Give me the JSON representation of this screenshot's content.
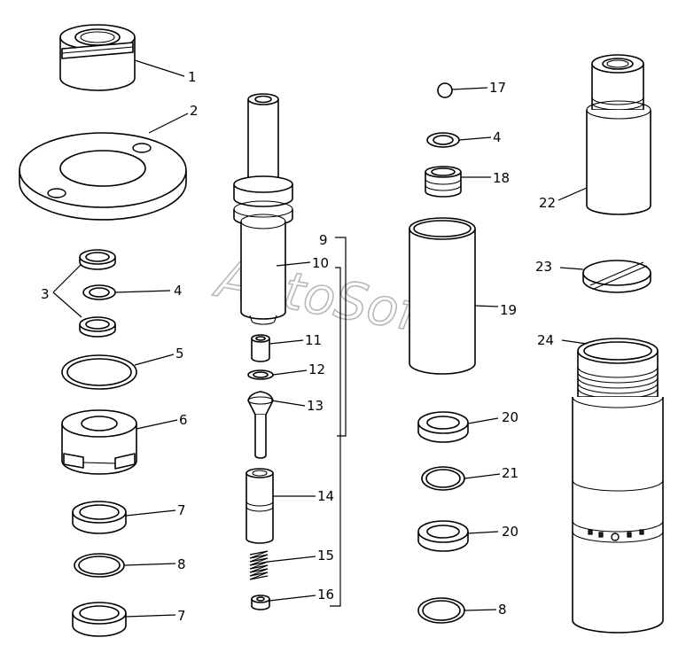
{
  "watermark": "AutoSoft",
  "callouts": {
    "c1": "1",
    "c2": "2",
    "c3": "3",
    "c4a": "4",
    "c5": "5",
    "c6": "6",
    "c7a": "7",
    "c8a": "8",
    "c7b": "7",
    "c9": "9",
    "c10": "10",
    "c11": "11",
    "c12": "12",
    "c13": "13",
    "c14": "14",
    "c15": "15",
    "c16": "16",
    "c17": "17",
    "c4b": "4",
    "c18": "18",
    "c19": "19",
    "c20a": "20",
    "c21": "21",
    "c20b": "20",
    "c8b": "8",
    "c22": "22",
    "c23": "23",
    "c24": "24"
  }
}
